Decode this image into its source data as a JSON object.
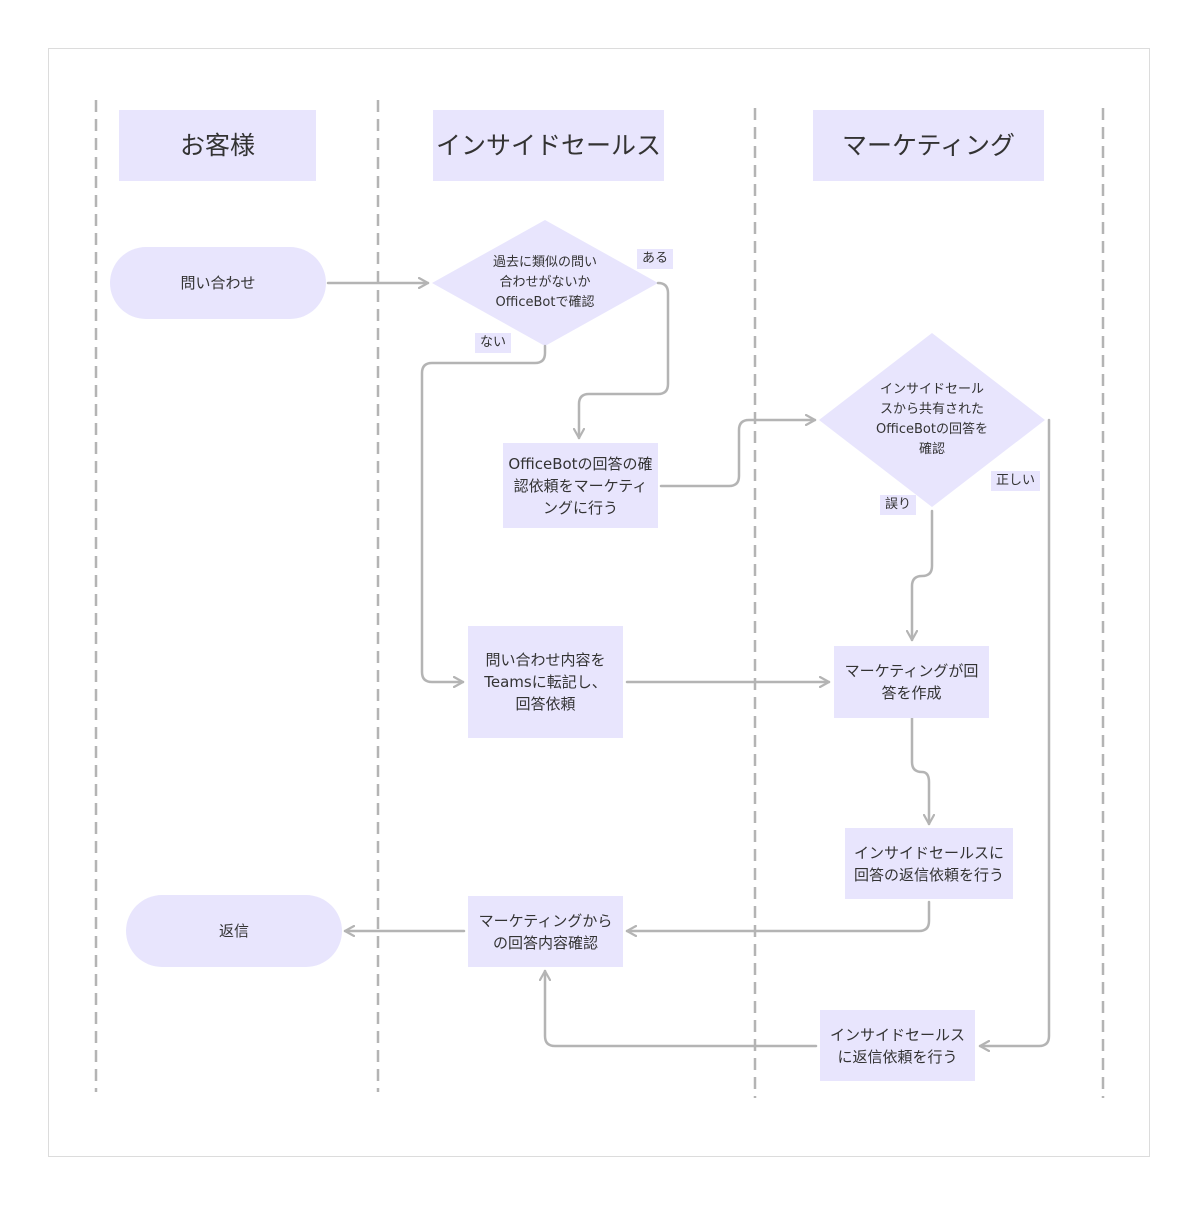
{
  "colors": {
    "shape_fill": "#e8e5fd",
    "line": "#b4b4b4",
    "lane_divider": "#b4b4b4",
    "text": "#333333",
    "frame_border": "#dcdcdc"
  },
  "lanes": {
    "customer": "お客様",
    "inside_sales": "インサイドセールス",
    "marketing": "マーケティング"
  },
  "nodes": {
    "inquiry": "問い合わせ",
    "check_officebot": "過去に類似の問い\n合わせがないか\nOfficeBotで確認",
    "request_marketing_check": "OfficeBotの回答の確\n認依頼をマーケティ\nングに行う",
    "marketing_check": "インサイドセール\nスから共有された\nOfficeBotの回答を\n確認",
    "post_teams": "問い合わせ内容を\nTeamsに転記し、\n回答依頼",
    "marketing_create_answer": "マーケティングが回\n答を作成",
    "request_reply_with_answer": "インサイドセールスに\n回答の返信依頼を行う",
    "confirm_answer": "マーケティングから\nの回答内容確認",
    "reply": "返信",
    "request_reply": "インサイドセールス\nに返信依頼を行う"
  },
  "edge_labels": {
    "yes": "ある",
    "no": "ない",
    "correct": "正しい",
    "wrong": "誤り"
  }
}
